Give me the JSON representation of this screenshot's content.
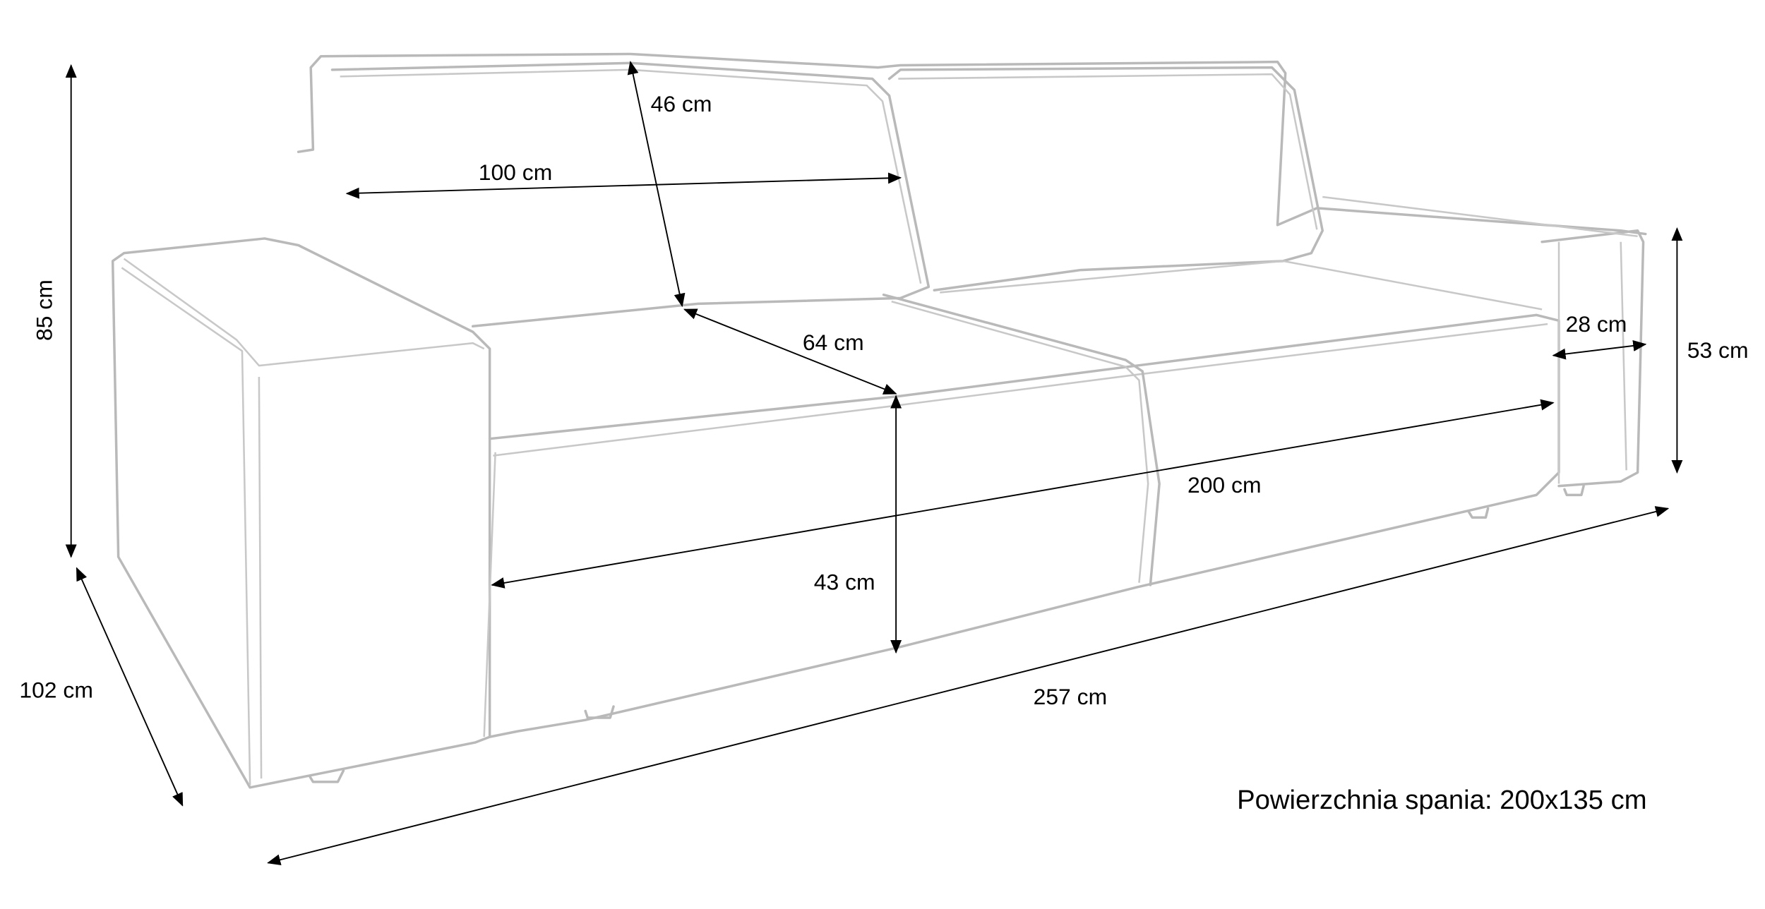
{
  "dimensions": {
    "back_cushion_height": "46 cm",
    "back_cushion_width": "100 cm",
    "total_height": "85 cm",
    "seat_depth": "64 cm",
    "armrest_width": "28 cm",
    "armrest_height": "53 cm",
    "seat_width": "200 cm",
    "seat_height": "43 cm",
    "total_depth": "102 cm",
    "total_width": "257 cm"
  },
  "note": "Powierzchnia spania: 200x135 cm"
}
